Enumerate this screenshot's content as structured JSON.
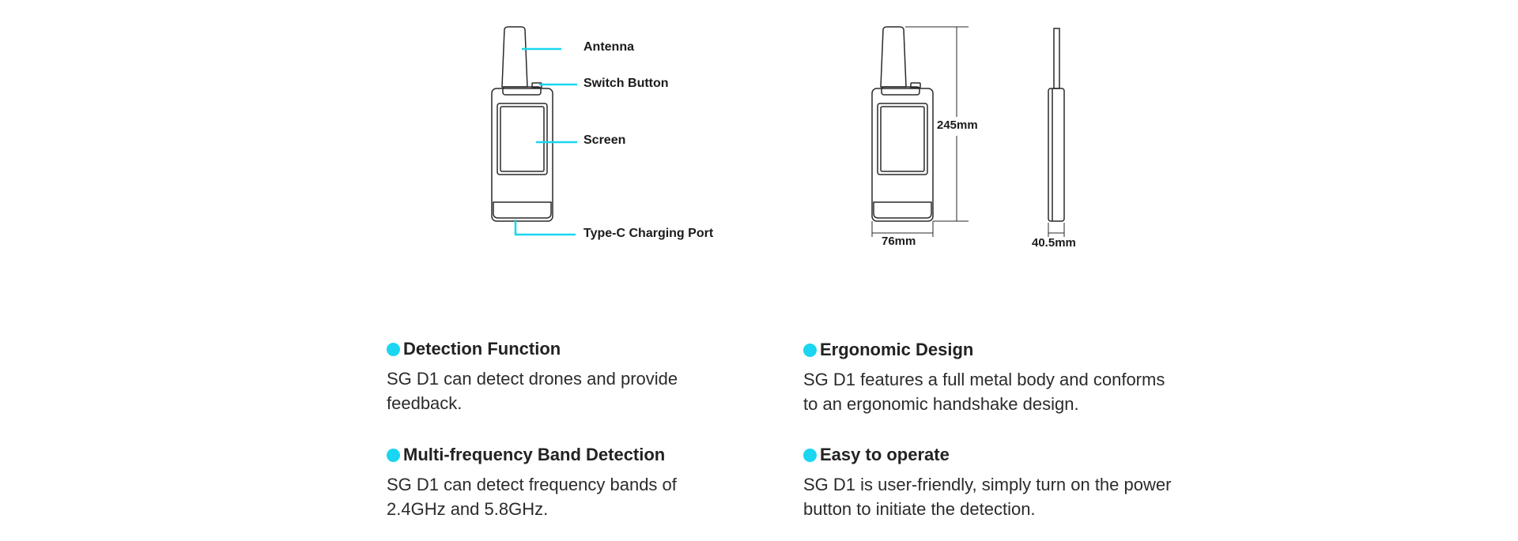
{
  "theme": {
    "accent": "#1ad6f0",
    "line": "#2a2a2a"
  },
  "diagram": {
    "callouts": {
      "antenna": "Antenna",
      "switch_button": "Switch Button",
      "screen": "Screen",
      "charging_port": "Type-C Charging Port"
    },
    "dimensions": {
      "height": "245mm",
      "width": "76mm",
      "depth": "40.5mm"
    }
  },
  "features": [
    {
      "title": "Detection Function",
      "desc_line1": "SG D1 can detect drones and provide",
      "desc_line2": "feedback."
    },
    {
      "title": "Ergonomic Design",
      "desc_line1": "SG D1 features a full metal body and conforms",
      "desc_line2": "to an ergonomic handshake design."
    },
    {
      "title": "Multi-frequency Band Detection",
      "desc_line1": "SG D1 can detect frequency bands of",
      "desc_line2": "2.4GHz and 5.8GHz."
    },
    {
      "title": "Easy to operate",
      "desc_line1": "SG D1 is user-friendly, simply turn on the power",
      "desc_line2": "button to initiate the detection."
    }
  ]
}
